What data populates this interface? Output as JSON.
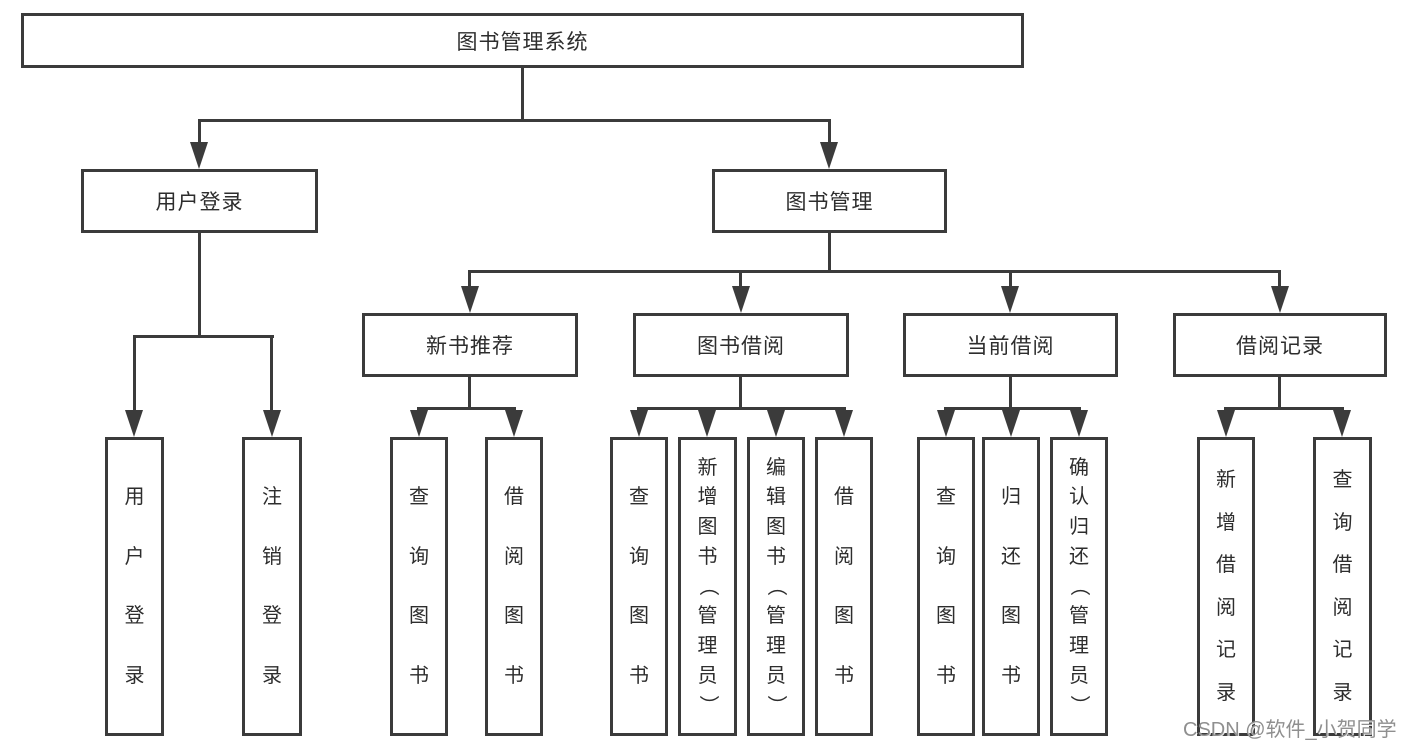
{
  "tree": {
    "root": {
      "label": "图书管理系统"
    },
    "level2": [
      {
        "label": "用户登录",
        "children": [
          {
            "label": "用户登录"
          },
          {
            "label": "注销登录"
          }
        ]
      },
      {
        "label": "图书管理"
      }
    ],
    "level3": [
      {
        "label": "新书推荐",
        "children": [
          {
            "label": "查询图书"
          },
          {
            "label": "借阅图书"
          }
        ]
      },
      {
        "label": "图书借阅",
        "children": [
          {
            "label": "查询图书"
          },
          {
            "label": "新增图书（管理员）"
          },
          {
            "label": "编辑图书（管理员）"
          },
          {
            "label": "借阅图书"
          }
        ]
      },
      {
        "label": "当前借阅",
        "children": [
          {
            "label": "查询图书"
          },
          {
            "label": "归还图书"
          },
          {
            "label": "确认归还（管理员）"
          }
        ]
      },
      {
        "label": "借阅记录",
        "children": [
          {
            "label": "新增借阅记录"
          },
          {
            "label": "查询借阅记录"
          }
        ]
      }
    ]
  },
  "watermark": {
    "label": "CSDN @软件_小贺同学"
  },
  "colors": {
    "line": "#3b3b3b",
    "text": "#2d2d2d",
    "background": "#ffffff",
    "watermark": "#8f8f8f"
  }
}
